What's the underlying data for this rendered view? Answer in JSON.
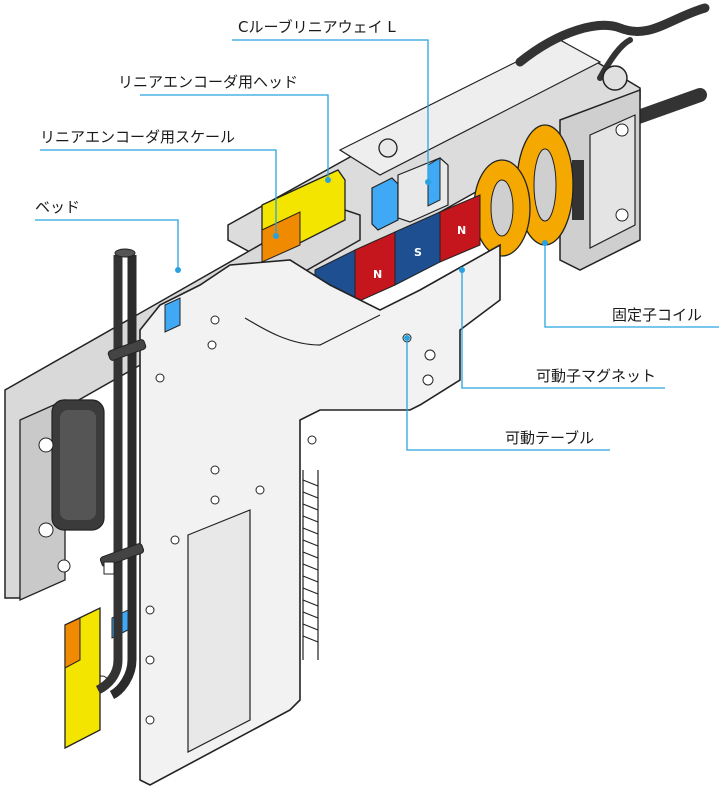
{
  "labels": {
    "c_rail": "Cルーブリニアウェイ L",
    "encoder_head": "リニアエンコーダ用ヘッド",
    "encoder_scale": "リニアエンコーダ用スケール",
    "bed": "ベッド",
    "stator_coil": "固定子コイル",
    "mover_magnet": "可動子マグネット",
    "moving_table": "可動テーブル"
  },
  "magnets": {
    "n1": "N",
    "s1": "S",
    "n2": "N"
  },
  "colors": {
    "leader": "#29a3e0",
    "coil": "#f5a800",
    "magnet_n": "#c4161c",
    "magnet_s": "#1d4f91",
    "encoder_head": "#f3e500",
    "encoder_scale": "#f08a00",
    "rail_block": "#3fa9f5",
    "body": "#e6e6e6",
    "edge": "#222222"
  }
}
